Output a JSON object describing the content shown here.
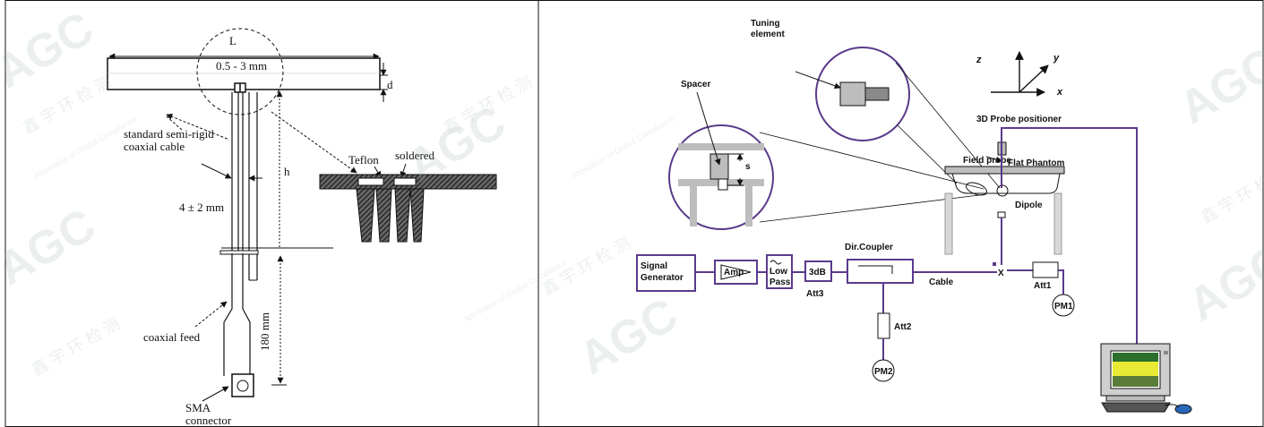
{
  "watermark": {
    "logo": "AGC",
    "chinese": "鑫 宇 环 检 测",
    "tagline": "Attestation of Global Compliance"
  },
  "left_panel": {
    "label_L": "L",
    "label_gap": "0.5 - 3 mm",
    "label_d": "d",
    "label_h": "h",
    "label_cable_1": "standard semi-rigid",
    "label_cable_2": "coaxial cable",
    "label_teflon": "Teflon",
    "label_soldered": "soldered",
    "label_diameter": "4 ± 2 mm",
    "label_feed": "coaxial feed",
    "label_length": "180 mm",
    "label_sma": "SMA",
    "label_connector": "connector"
  },
  "right_panel": {
    "spacer": "Spacer",
    "s_label": "s",
    "tuning_1": "Tuning",
    "tuning_2": "element",
    "axis_z": "z",
    "axis_y": "y",
    "axis_x": "x",
    "probe_positioner": "3D Probe positioner",
    "field_probe": "Field probe",
    "flat_phantom": "Flat Phantom",
    "dipole": "Dipole",
    "signal_1": "Signal",
    "signal_2": "Generator",
    "amp": "Amp",
    "low": "Low",
    "pass": "Pass",
    "att3_box": "3dB",
    "att3": "Att3",
    "coupler": "Dir.Coupler",
    "cable": "Cable",
    "x_mark": "X",
    "att1": "Att1",
    "pm1": "PM1",
    "att2": "Att2",
    "pm2": "PM2",
    "colors": {
      "purple": "#5b3a8c",
      "grey": "#cfcfcf",
      "dark": "#111111"
    }
  }
}
